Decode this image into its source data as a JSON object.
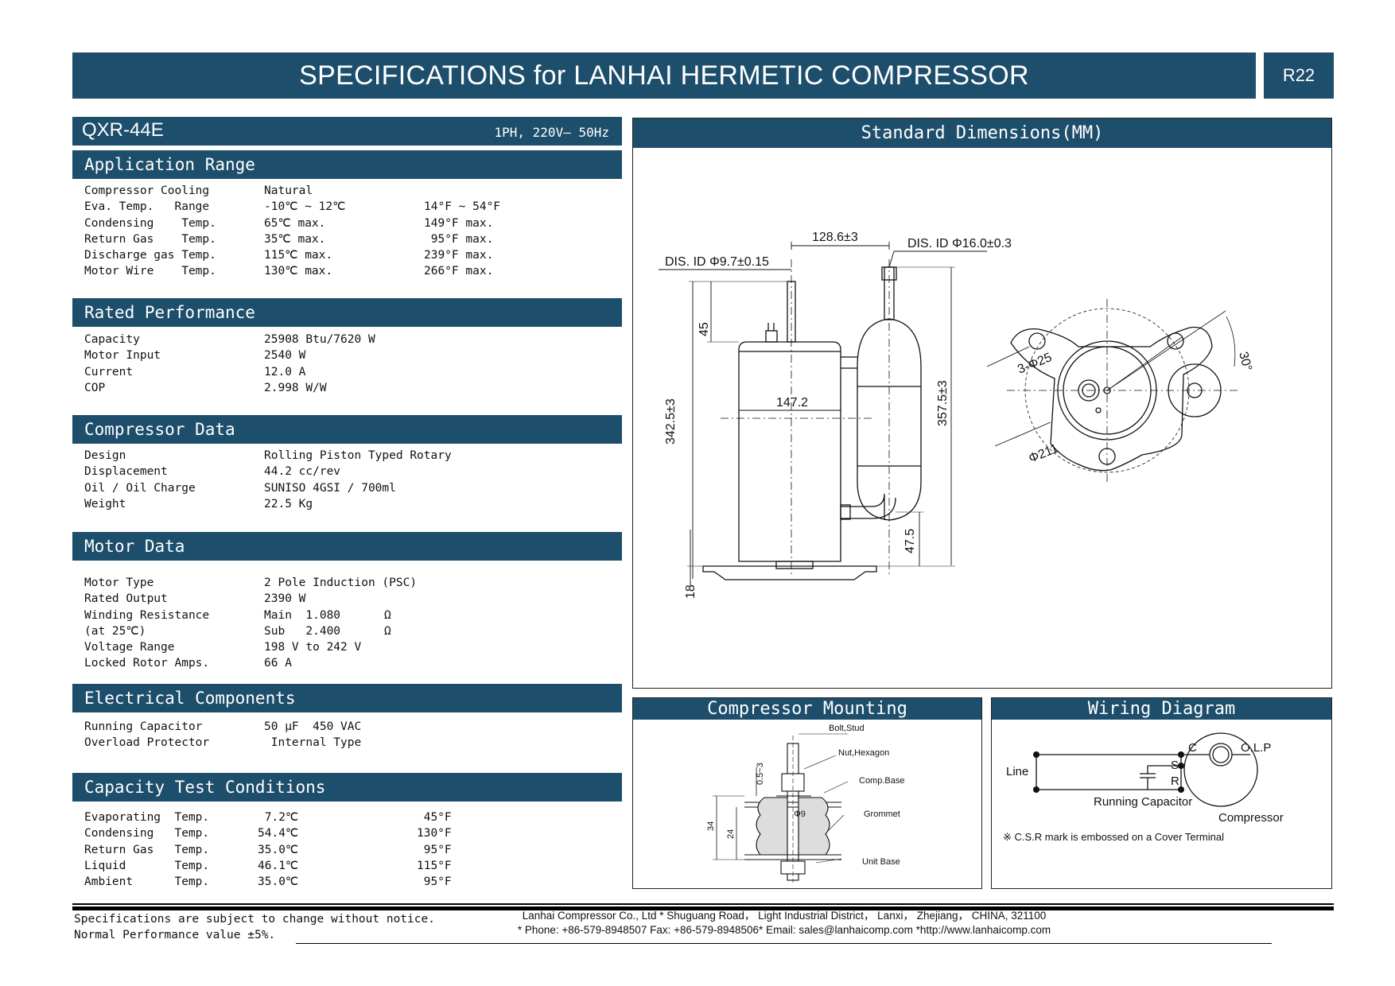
{
  "header": {
    "title": "SPECIFICATIONS for LANHAI HERMETIC COMPRESSOR",
    "refrigerant": "R22"
  },
  "model": {
    "name": "QXR-44E",
    "power": "1PH, 220V— 50Hz"
  },
  "sections": {
    "application": {
      "title": "Application Range",
      "rows": [
        [
          "Compressor Cooling",
          "Natural",
          ""
        ],
        [
          "Eva. Temp.   Range",
          "-10℃ ~ 12℃",
          "14°F ~ 54°F"
        ],
        [
          "Condensing    Temp.",
          "65℃ max.",
          "149°F max."
        ],
        [
          "Return Gas    Temp.",
          "35℃ max.",
          " 95°F max."
        ],
        [
          "Discharge gas Temp.",
          "115℃ max.",
          "239°F max."
        ],
        [
          "Motor Wire    Temp.",
          "130℃ max.",
          "266°F max."
        ]
      ]
    },
    "performance": {
      "title": "Rated Performance",
      "rows": [
        [
          "Capacity",
          "25908 Btu/7620 W"
        ],
        [
          "Motor Input",
          "2540 W"
        ],
        [
          "Current",
          "12.0 A"
        ],
        [
          "COP",
          "2.998 W/W"
        ]
      ]
    },
    "compressor": {
      "title": "Compressor Data",
      "rows": [
        [
          "Design",
          "Rolling Piston Typed Rotary"
        ],
        [
          "Displacement",
          "44.2 cc/rev"
        ],
        [
          "Oil / Oil Charge",
          "SUNISO 4GSI / 700ml"
        ],
        [
          "Weight",
          "22.5 Kg"
        ]
      ]
    },
    "motor": {
      "title": "Motor Data",
      "rows": [
        [
          "Motor Type",
          "2 Pole Induction (PSC)",
          ""
        ],
        [
          "Rated Output",
          "2390 W",
          ""
        ],
        [
          "Winding Resistance",
          "Main  1.080",
          "Ω"
        ],
        [
          "(at 25℃)",
          "Sub   2.400",
          "Ω"
        ],
        [
          "Voltage Range",
          "198 V to 242 V",
          ""
        ],
        [
          "Locked Rotor Amps.",
          "66 A",
          ""
        ]
      ]
    },
    "electrical": {
      "title": "Electrical Components",
      "rows": [
        [
          "Running Capacitor",
          "50 μF  450 VAC"
        ],
        [
          "Overload Protector",
          " Internal Type"
        ]
      ]
    },
    "test": {
      "title": "Capacity Test Conditions",
      "rows": [
        [
          "Evaporating  Temp.",
          " 7.2℃",
          " 45°F"
        ],
        [
          "Condensing   Temp.",
          "54.4℃",
          "130°F"
        ],
        [
          "Return Gas   Temp.",
          "35.0℃",
          " 95°F"
        ],
        [
          "Liquid       Temp.",
          "46.1℃",
          "115°F"
        ],
        [
          "Ambient      Temp.",
          "35.0℃",
          " 95°F"
        ]
      ]
    }
  },
  "dimensions": {
    "title": "Standard Dimensions(MM)",
    "labels": {
      "width_top": "128.6±3",
      "dis_large": "DIS. ID Φ16.0±0.3",
      "dis_small": "DIS. ID Φ9.7±0.15",
      "terminal_height": "45",
      "total_height": "342.5±3",
      "body_diameter": "147.2",
      "accumulator_height": "357.5±3",
      "suction_height": "47.5",
      "foot_height": "18",
      "mount_holes": "3-Φ25",
      "mount_circle": "Φ211",
      "angle": "30°"
    }
  },
  "mounting": {
    "title": "Compressor Mounting",
    "labels": {
      "bolt": "Bolt,Stud",
      "nut": "Nut,Hexagon",
      "base": "Comp.Base",
      "grommet": "Grommet",
      "unit_base": "Unit Base",
      "gap": "0.5~3",
      "h34": "34",
      "h24": "24",
      "d9": "Φ9"
    }
  },
  "wiring": {
    "title": "Wiring Diagram",
    "labels": {
      "c": "C",
      "olp": "O.L.P",
      "s": "S",
      "r": "R",
      "line": "Line",
      "capacitor": "Running Capacitor",
      "compressor": "Compressor",
      "note": "※ C.S.R mark is embossed on  a  Cover  Terminal"
    }
  },
  "footer": {
    "note1": "Specifications are subject to change without notice.",
    "note2": "Normal Performance value ±5%.",
    "address": "Lanhai Compressor Co., Ltd  * Shuguang Road， Light Industrial District， Lanxi， Zhejiang， CHINA, 321100",
    "contact": "* Phone: +86-579-8948507 Fax: +86-579-8948506* Email: sales@lanhaicomp.com *http://www.lanhaicomp.com"
  }
}
